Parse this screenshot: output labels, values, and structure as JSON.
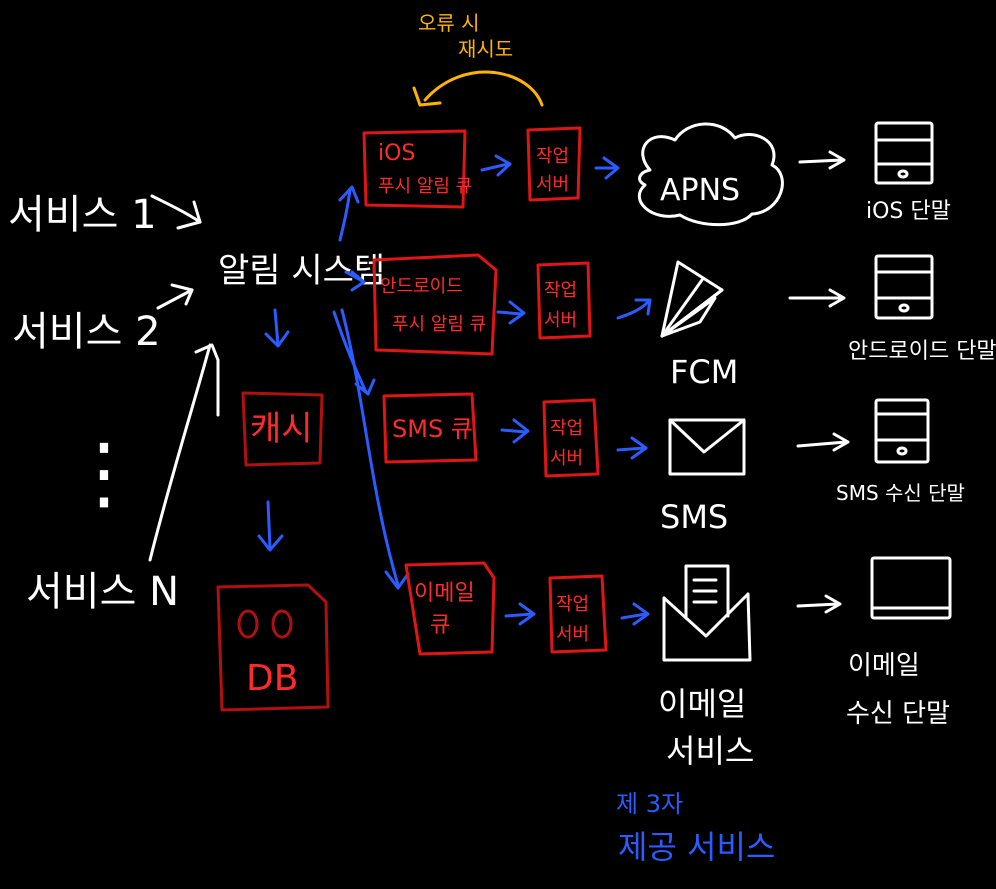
{
  "services": {
    "service1": "서비스 1",
    "service2": "서비스 2",
    "ellipsis": "⋮",
    "serviceN": "서비스 N"
  },
  "notification_system": "알림 시스템",
  "cache": "캐시",
  "db": "DB",
  "retry_note": {
    "line1": "오류 시",
    "line2": "재시도"
  },
  "queues": {
    "ios": {
      "line1": "iOS",
      "line2": "푸시 알림 큐"
    },
    "android": {
      "line1": "안드로이드",
      "line2": "푸시 알림 큐"
    },
    "sms": {
      "line1": "SMS 큐"
    },
    "email": {
      "line1": "이메일",
      "line2": "큐"
    }
  },
  "worker": {
    "line1": "작업",
    "line2": "서버"
  },
  "third_party_services": {
    "apns": "APNS",
    "fcm": "FCM",
    "sms": "SMS",
    "email": {
      "line1": "이메일",
      "line2": "서비스"
    }
  },
  "devices": {
    "ios": "iOS 단말",
    "android": "안드로이드 단말",
    "sms": "SMS 수신 단말",
    "email": {
      "line1": "이메일",
      "line2": "수신 단말"
    }
  },
  "third_party_note": {
    "line1": "제 3자",
    "line2": "제공 서비스"
  },
  "colors": {
    "background": "#000000",
    "white": "#ffffff",
    "red": "#e01515",
    "blue": "#2a5cff",
    "yellow": "#ffb400"
  }
}
